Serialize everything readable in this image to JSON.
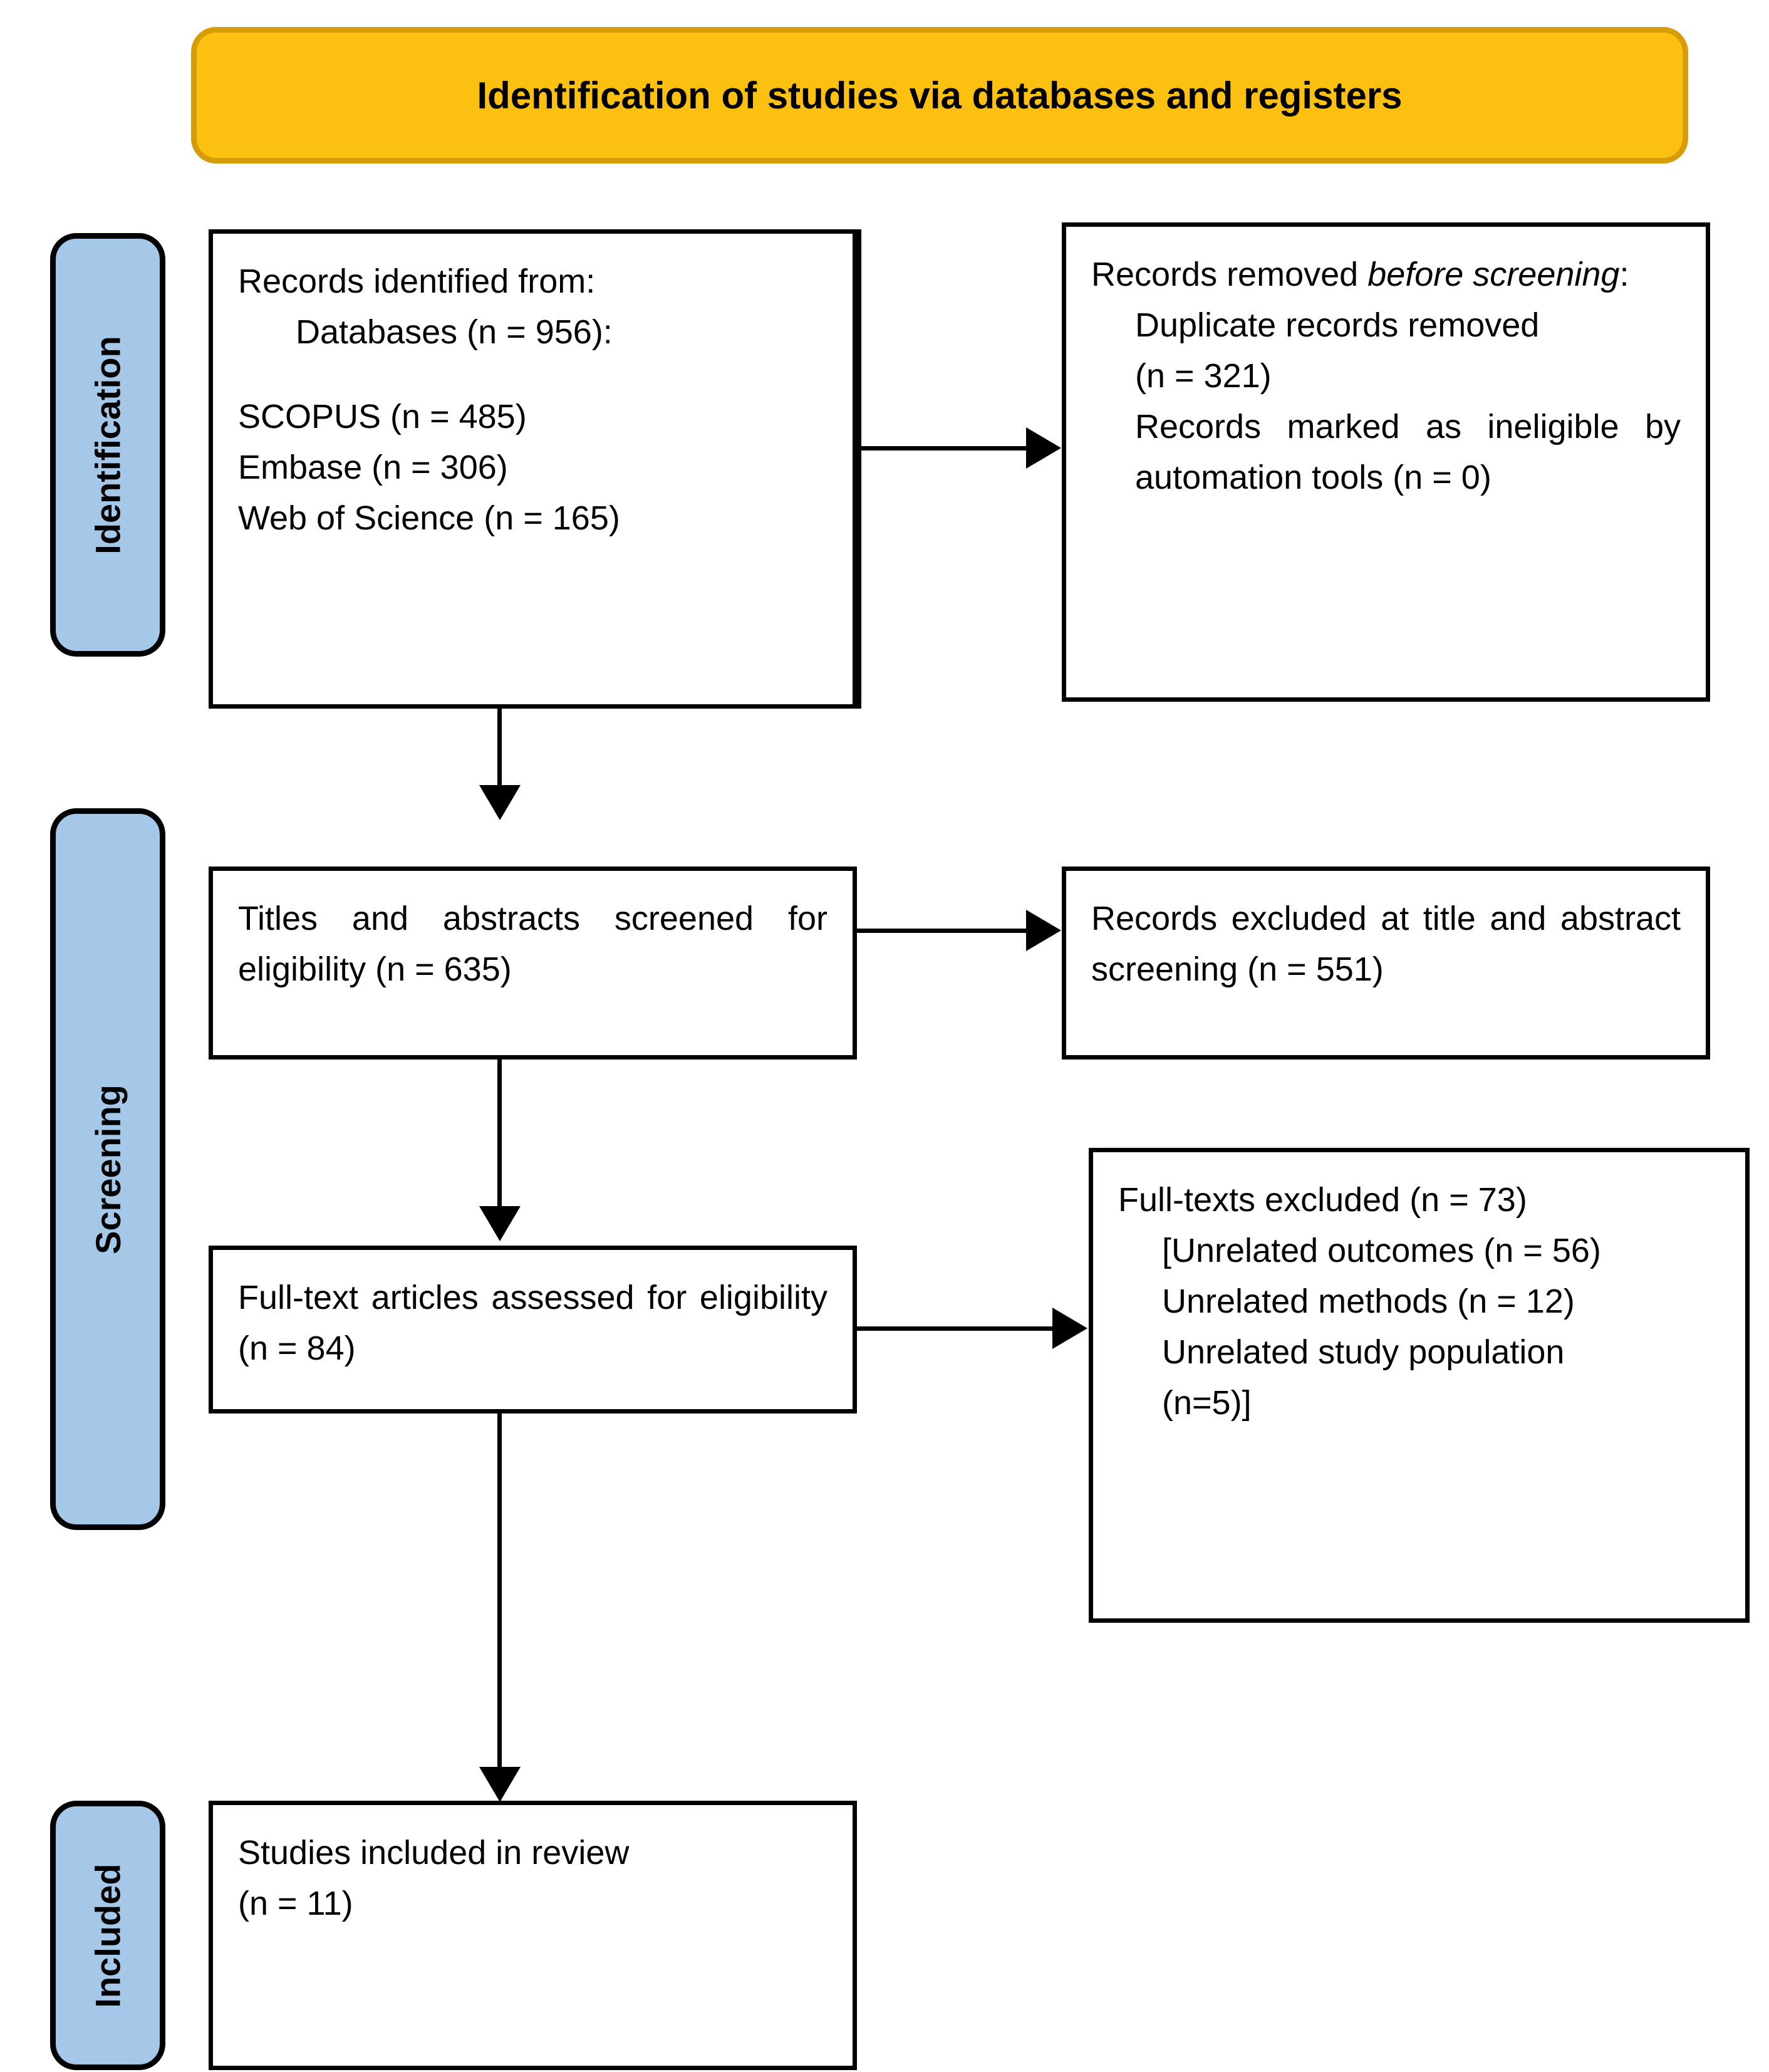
{
  "banner": {
    "title": "Identification of studies via databases and registers"
  },
  "phases": [
    {
      "id": "identification",
      "label": "Identification"
    },
    {
      "id": "screening",
      "label": "Screening"
    },
    {
      "id": "included",
      "label": "Included"
    }
  ],
  "boxes": {
    "records_identified": {
      "line1": "Records identified from:",
      "line2": "Databases (n = 956):",
      "line3": "SCOPUS (n = 485)",
      "line4": "Embase (n = 306)",
      "line5": "Web of Science (n = 165)"
    },
    "records_removed": {
      "line1_a": "Records removed ",
      "line1_b": "before screening",
      "line1_c": ":",
      "line2": "Duplicate records removed",
      "line3": "(n = 321)",
      "line4": "Records marked as ineligible by automation tools (n = 0)"
    },
    "titles_screened": {
      "text": "Titles and abstracts screened for eligibility (n = 635)"
    },
    "records_excluded": {
      "text": "Records excluded at title and abstract screening (n = 551)"
    },
    "fulltext_assessed": {
      "text": "Full-text articles assessed for eligibility (n = 84)"
    },
    "fulltext_excluded": {
      "line1": "Full-texts excluded (n = 73)",
      "line2": "[Unrelated outcomes (n = 56)",
      "line3": "Unrelated methods (n = 12)",
      "line4": "Unrelated study population",
      "line5": "(n=5)]"
    },
    "studies_included": {
      "line1": "Studies included in review",
      "line2": "(n = 11)"
    }
  },
  "colors": {
    "banner_fill": "#fcc010",
    "banner_border": "#d79c09",
    "phase_fill": "#a5c8e9",
    "box_border": "#000000",
    "page_background": "#ffffff"
  },
  "counts": {
    "databases_total": 956,
    "scopus": 485,
    "embase": 306,
    "web_of_science": 165,
    "duplicates_removed": 321,
    "ineligible_automation": 0,
    "titles_screened": 635,
    "records_excluded": 551,
    "fulltext_assessed": 84,
    "fulltext_excluded": 73,
    "unrelated_outcomes": 56,
    "unrelated_methods": 12,
    "unrelated_population": 5,
    "studies_included": 11
  }
}
